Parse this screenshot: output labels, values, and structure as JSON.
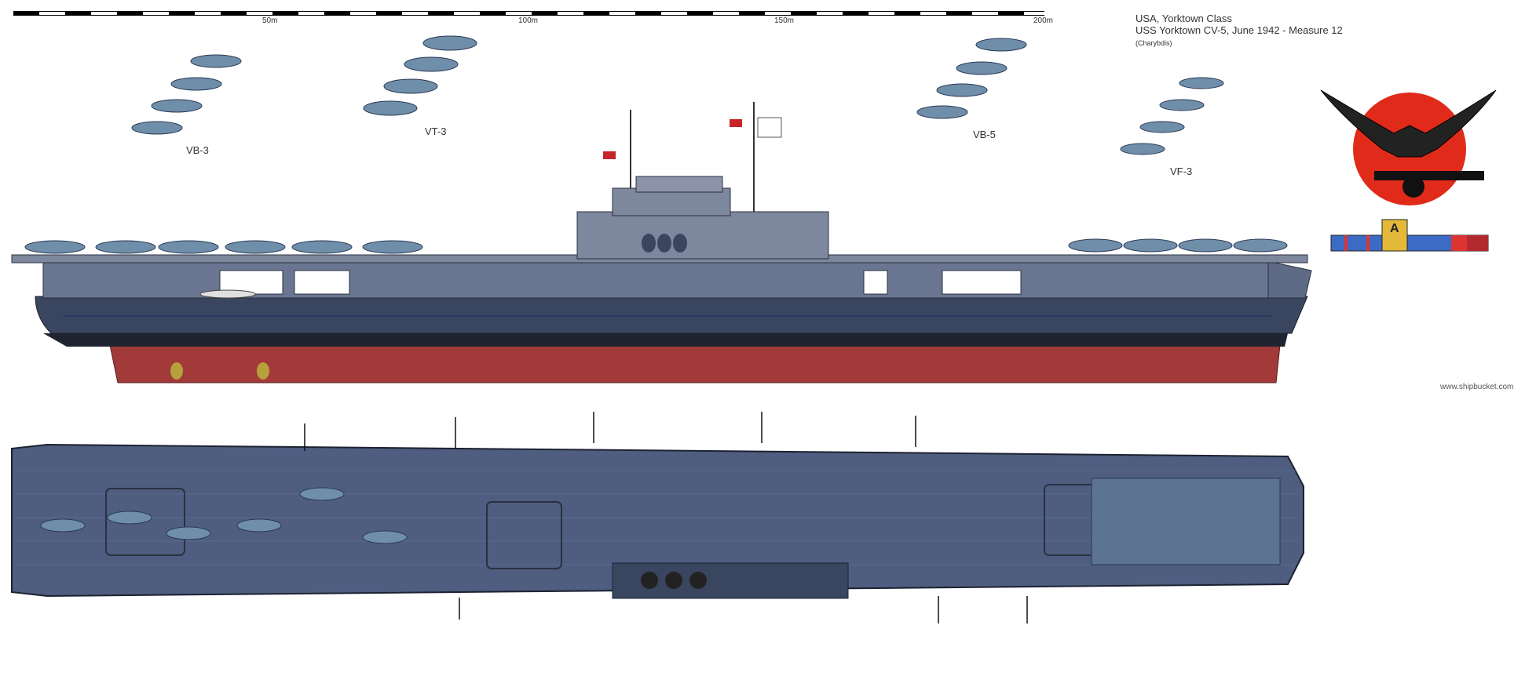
{
  "scale_bar": {
    "ticks": [
      "50m",
      "100m",
      "150m",
      "200m"
    ]
  },
  "title": {
    "line1": "USA, Yorktown Class",
    "line2": "USS Yorktown CV-5, June 1942  -  Measure 12",
    "line3": "(Charybdis)"
  },
  "squadrons": {
    "vb3": "VB-3",
    "vt3": "VT-3",
    "vb5": "VB-5",
    "vf3": "VF-3"
  },
  "insignia": {
    "ribbon_letter": "A"
  },
  "credit": "www.shipbucket.com",
  "colors": {
    "hull_upper": "#3a4560",
    "hull_sides": "#5f6b86",
    "hangar_grey": "#7d879e",
    "bottom_red": "#a23a3a",
    "deck_blue": "#4e5d80",
    "plane_blue": "#6f8eaa",
    "insignia_red": "#e02a1a"
  }
}
